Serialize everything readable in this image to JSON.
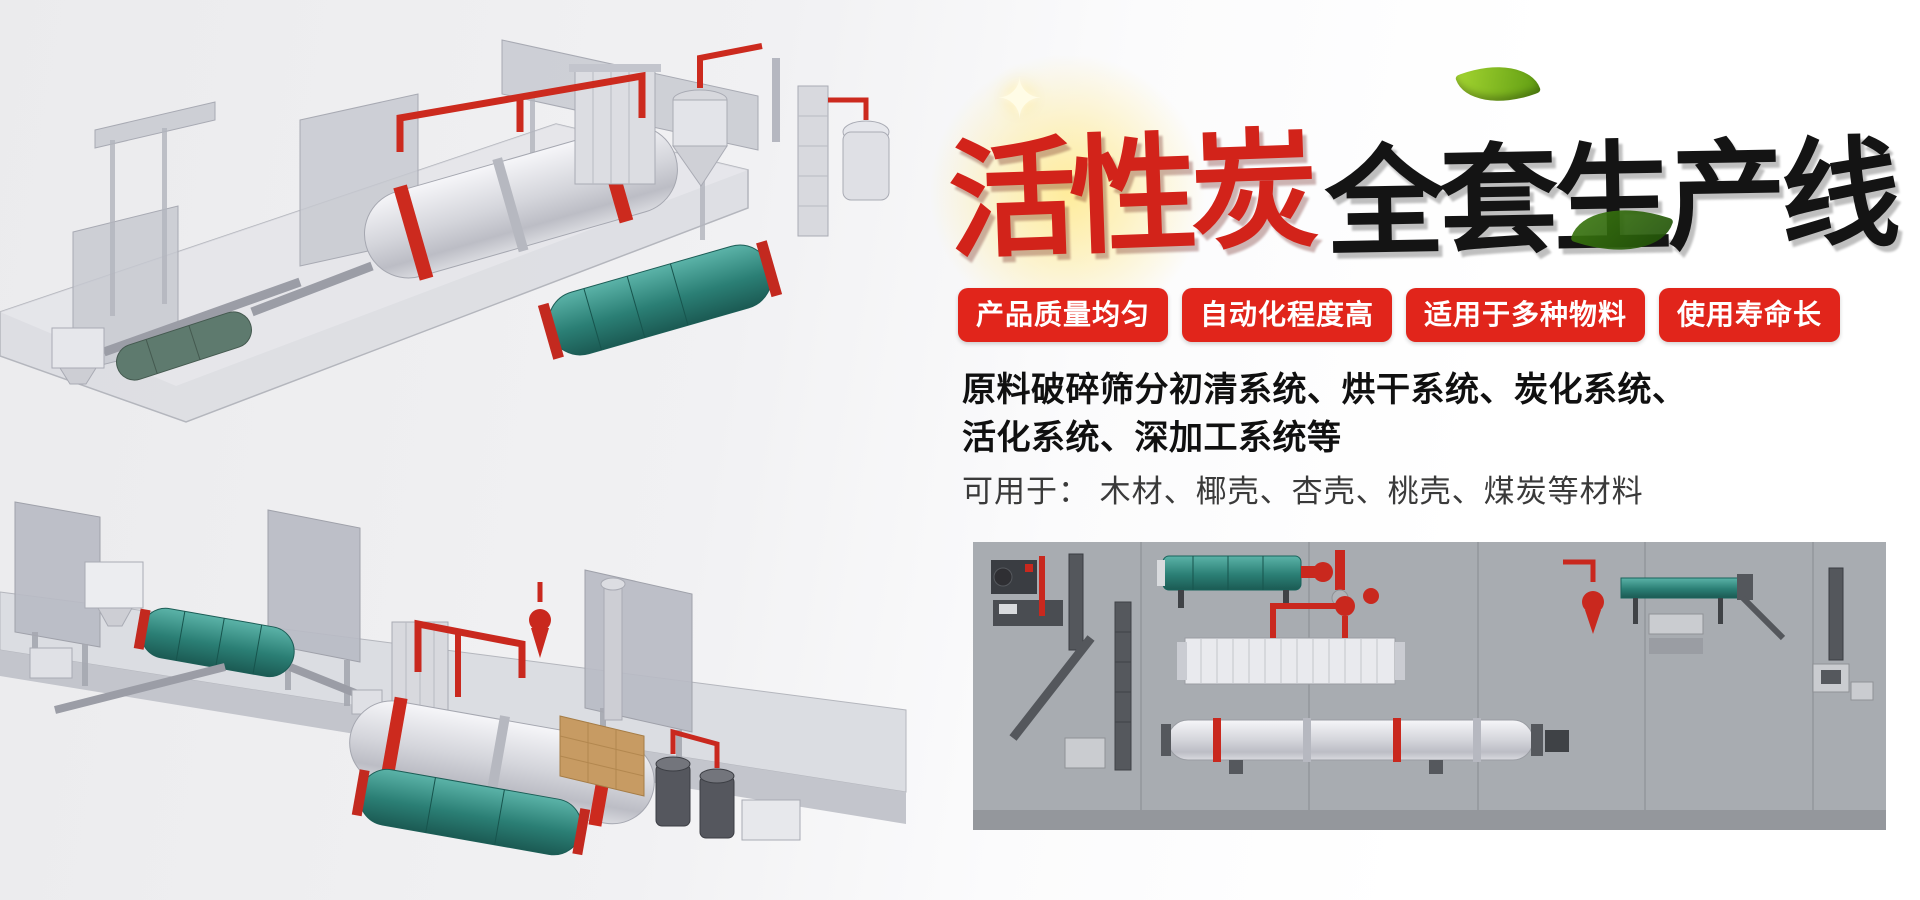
{
  "page": {
    "title_red": "活性炭",
    "title_black": "全套生产线",
    "sparkle_icon": "✦",
    "badges": [
      {
        "label": "产品质量均匀"
      },
      {
        "label": "自动化程度高"
      },
      {
        "label": "适用于多种物料"
      },
      {
        "label": "使用寿命长"
      }
    ],
    "description": {
      "line1": "原料破碎筛分初清系统、烘干系统、炭化系统、",
      "line2": "活化系统、深加工系统等"
    },
    "usage": "可用于： 木材、椰壳、杏壳、桃壳、煤炭等材料",
    "colors": {
      "title_red": "#d2231a",
      "badge_red": "#e1251b",
      "title_black": "#141414",
      "leaf_green": "#86c226",
      "pipe_red": "#cc2a1e",
      "drum_teal": "#2b7f75",
      "panorama_bg": "#a8acb1",
      "page_bg_left": "#ebebed",
      "page_bg_right": "#ffffff"
    },
    "illustrations": [
      {
        "name": "production-line-render-top"
      },
      {
        "name": "production-line-render-bottom"
      },
      {
        "name": "production-line-panorama"
      }
    ]
  }
}
